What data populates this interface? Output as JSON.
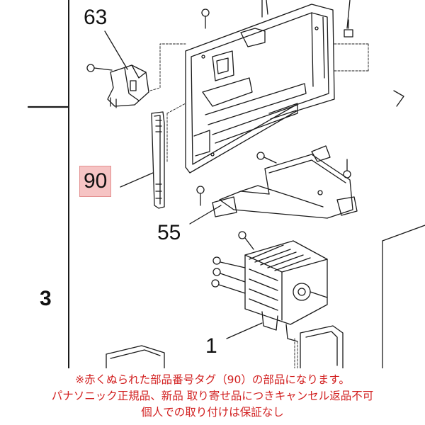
{
  "diagram": {
    "labels": {
      "part_63": "63",
      "part_90": "90",
      "part_55": "55",
      "part_1": "1",
      "section_3": "3"
    },
    "highlight_color": "#f6c4c4"
  },
  "notice": {
    "line1": "※赤くぬられた部品番号タグ（90）の部品になります。",
    "line2": "パナソニック正規品、新品 取り寄せ品につきキャンセル返品不可",
    "line3": "個人での取り付けは保証なし",
    "color": "#d22020"
  }
}
